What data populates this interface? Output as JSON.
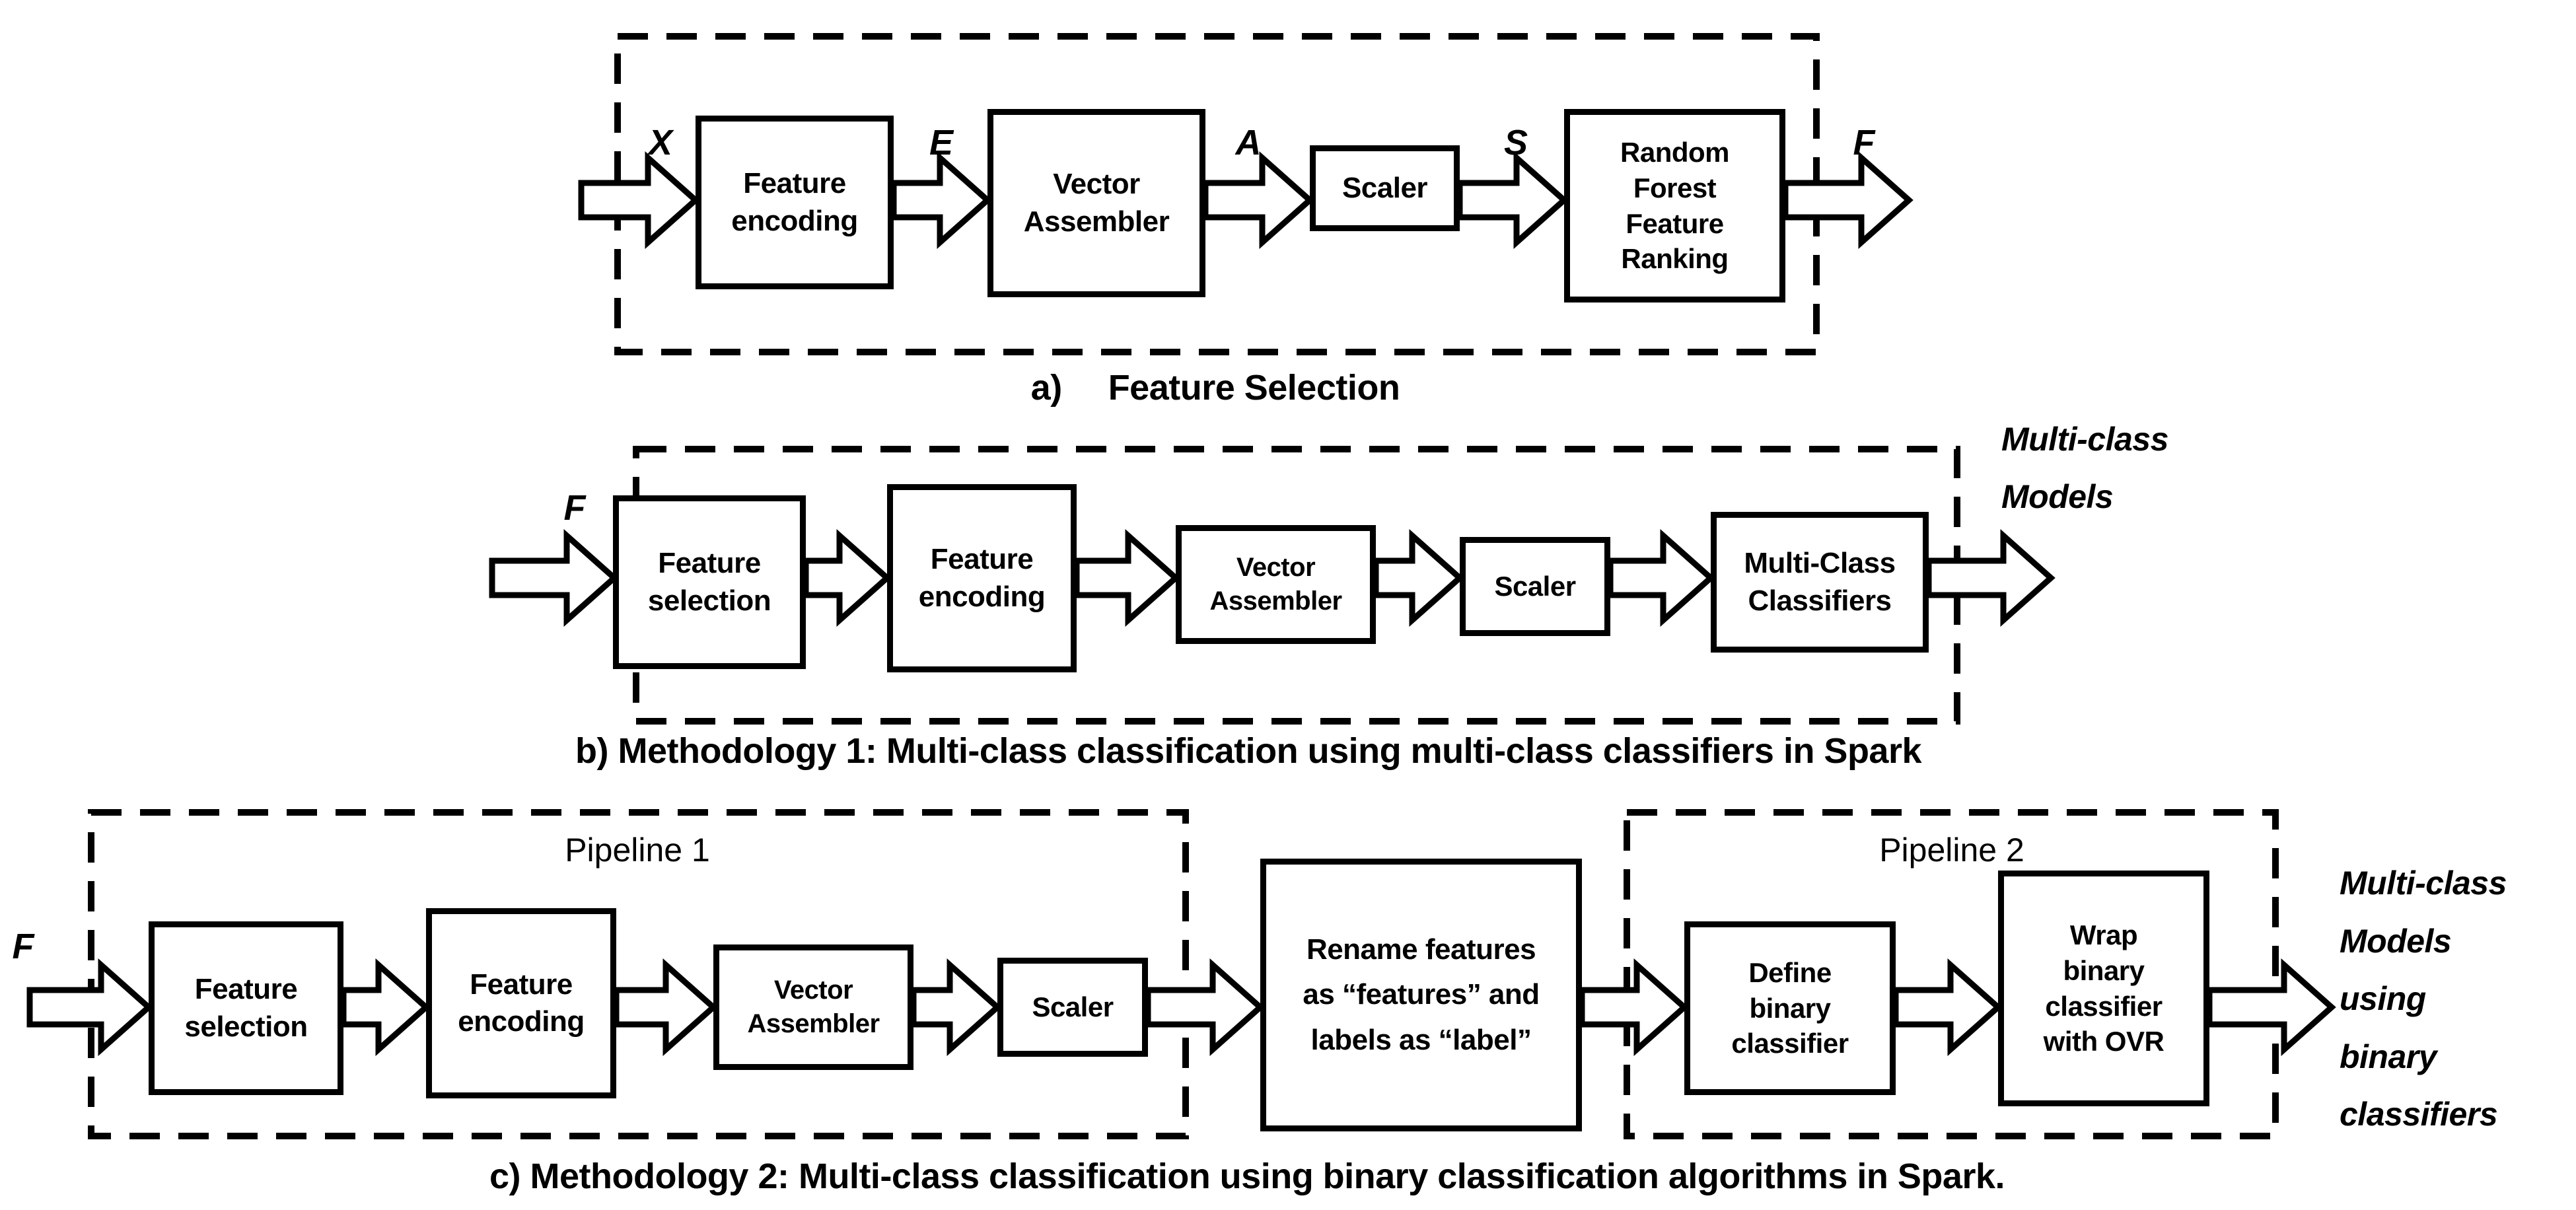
{
  "colors": {
    "ink": "#000000",
    "paper": "#ffffff"
  },
  "section_a": {
    "caption_prefix": "a)",
    "caption_text": "Feature Selection",
    "label_x": "X",
    "label_e": "E",
    "label_a": "A",
    "label_s": "S",
    "label_f": "F",
    "box_feature_encoding": "Feature\nencoding",
    "box_vector_assembler": "Vector\nAssembler",
    "box_scaler": "Scaler",
    "box_rf_ranking": "Random\nForest\nFeature\nRanking"
  },
  "section_b": {
    "caption": "b) Methodology 1: Multi-class classification using multi-class classifiers in Spark",
    "label_f": "F",
    "box_feature_selection": "Feature\nselection",
    "box_feature_encoding": "Feature\nencoding",
    "box_vector_assembler": "Vector\nAssembler",
    "box_scaler": "Scaler",
    "box_multiclass_classifiers": "Multi-Class\nClassifiers",
    "output_label": "Multi-class\nModels"
  },
  "section_c": {
    "caption": "c) Methodology 2: Multi-class classification using binary classification algorithms in Spark.",
    "label_f": "F",
    "pipeline1_label": "Pipeline 1",
    "pipeline2_label": "Pipeline 2",
    "box_feature_selection": "Feature\nselection",
    "box_feature_encoding": "Feature\nencoding",
    "box_vector_assembler": "Vector\nAssembler",
    "box_scaler": "Scaler",
    "box_rename": "Rename features\nas “features” and\nlabels as “label”",
    "box_define_binary": "Define\nbinary\nclassifier",
    "box_wrap_ovr": "Wrap\nbinary\nclassifier\nwith OVR",
    "output_label": "Multi-class\nModels\nusing\nbinary\nclassifiers"
  }
}
